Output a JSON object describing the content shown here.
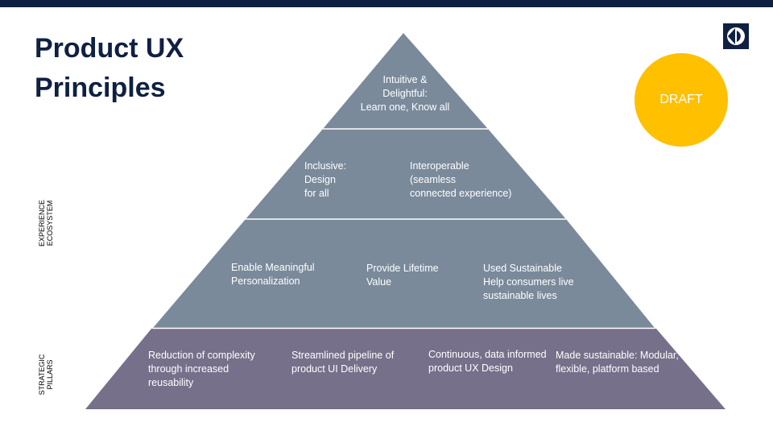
{
  "title": {
    "line1": "Product UX",
    "line2": "Principles"
  },
  "logo_icon": "electrolux-logo-icon",
  "badge": {
    "label": "DRAFT",
    "color": "#ffc000"
  },
  "side_labels": {
    "experience": {
      "line1": "EXPERIENCE",
      "line2": "ECOSYSTEM"
    },
    "strategic": {
      "line1": "STRATEGIC",
      "line2": "PILLARS"
    }
  },
  "colors": {
    "tier_upper": "#7a8a9b",
    "tier_bottom": "#76708a",
    "navy": "#0f2042"
  },
  "pyramid": {
    "tier1": {
      "item1": {
        "line1": "Intuitive &",
        "line2": "Delightful:",
        "line3": "Learn one, Know all"
      }
    },
    "tier2": {
      "item1": {
        "line1": "Inclusive:",
        "line2": "Design",
        "line3": "for all"
      },
      "item2": {
        "line1": "Interoperable",
        "line2": "(seamless",
        "line3": "connected experience)"
      }
    },
    "tier3": {
      "item1": {
        "line1": "Enable Meaningful",
        "line2": "Personalization"
      },
      "item2": {
        "line1": "Provide Lifetime",
        "line2": "Value"
      },
      "item3": {
        "line1": "Used Sustainable",
        "line2": "Help consumers live",
        "line3": "sustainable lives"
      }
    },
    "tier4": {
      "item1": {
        "line1": "Reduction of complexity",
        "line2": "through increased",
        "line3": "reusability"
      },
      "item2": {
        "line1": "Streamlined pipeline of",
        "line2": "product UI Delivery"
      },
      "item3": {
        "line1": "Continuous, data informed",
        "line2": "product UX Design"
      },
      "item4": {
        "line1": "Made sustainable: Modular,",
        "line2": "flexible, platform based"
      }
    }
  }
}
